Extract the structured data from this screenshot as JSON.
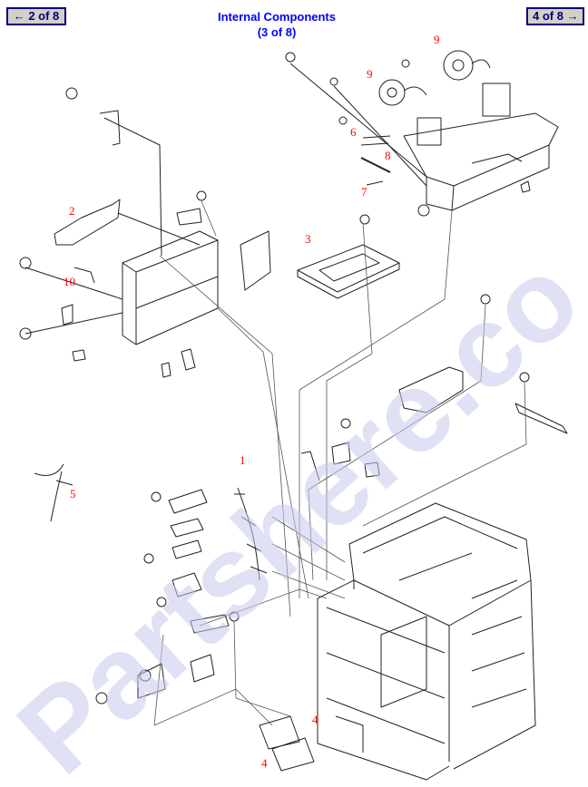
{
  "nav": {
    "prev_label": "← 2 of 8",
    "next_label": "4 of 8 →"
  },
  "header": {
    "title": "Internal Components",
    "subtitle": "(3 of 8)"
  },
  "callouts": [
    "1",
    "2",
    "3",
    "4",
    "4",
    "5",
    "6",
    "7",
    "8",
    "9",
    "9",
    "10"
  ],
  "watermark": {
    "text": "Partshere.co",
    "color": "#c8c8ec"
  },
  "colors": {
    "accent": "#0000ff",
    "button_border": "#000080",
    "button_bg": "#d4d0c8",
    "callout": "#ff0000"
  }
}
